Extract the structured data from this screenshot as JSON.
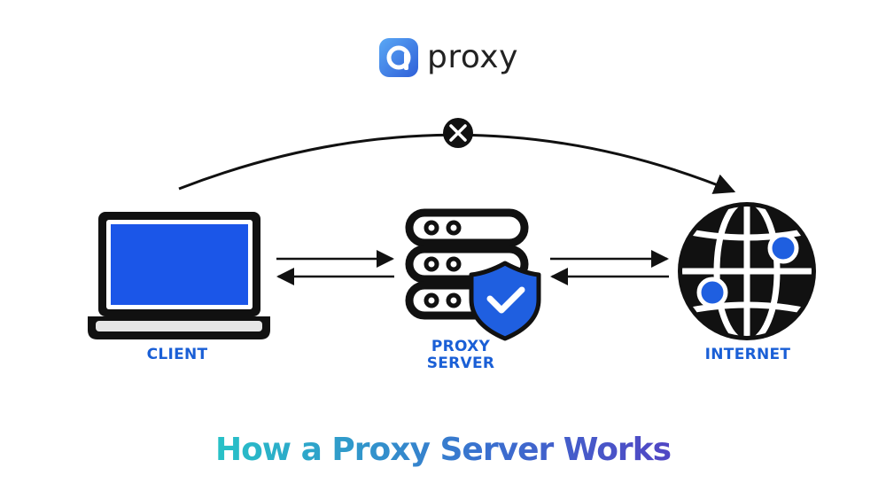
{
  "brand": {
    "name": "proxy",
    "icon": "proxy-logo-icon"
  },
  "nodes": {
    "client": {
      "label": "CLIENT",
      "icon": "laptop-icon"
    },
    "proxy_server": {
      "label_line1": "PROXY",
      "label_line2": "SERVER",
      "icon": "server-shield-icon"
    },
    "internet": {
      "label": "INTERNET",
      "icon": "globe-icon"
    }
  },
  "direct_path": {
    "icon": "x-circle-icon"
  },
  "caption": "How a Proxy Server Works",
  "colors": {
    "accent_blue": "#1f5fe0",
    "screen_blue": "#1b56e8",
    "label_blue": "#1a5fd6",
    "dark": "#111111",
    "caption_gradient": [
      "#27c2c7",
      "#3a6fcf",
      "#5146c4"
    ]
  }
}
